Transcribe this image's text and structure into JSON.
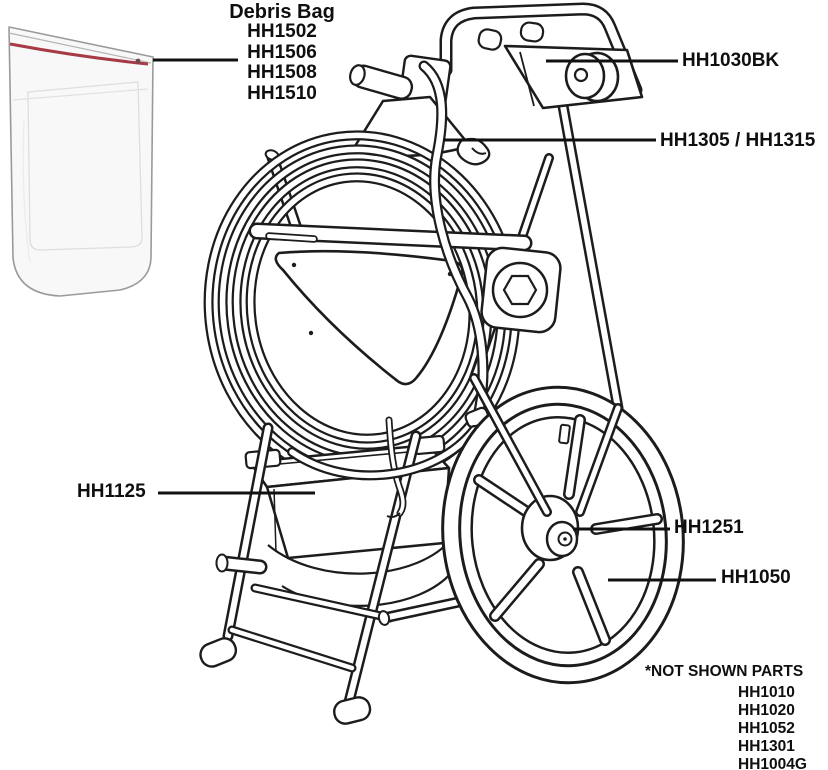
{
  "diagram": {
    "debris_bag": {
      "label": "Debris Bag",
      "part_numbers": [
        "HH1502",
        "HH1506",
        "HH1508",
        "HH1510"
      ]
    },
    "callouts": {
      "pulley_assembly": "HH1030BK",
      "hose_clamp": "HH1305 / HH1315",
      "tank": "HH1125",
      "wheel_hub": "HH1251",
      "wheel": "HH1050"
    },
    "not_shown": {
      "label": "*NOT SHOWN PARTS",
      "part_numbers": [
        "HH1010",
        "HH1020",
        "HH1052",
        "HH1301",
        "HH1004G"
      ]
    },
    "colors": {
      "line": "#1c1c1c",
      "text": "#0f0f0f",
      "bag_zip": "#a63a45",
      "bag_fill": "#f8f8f8",
      "bag_outline": "#9a9a9a"
    }
  }
}
